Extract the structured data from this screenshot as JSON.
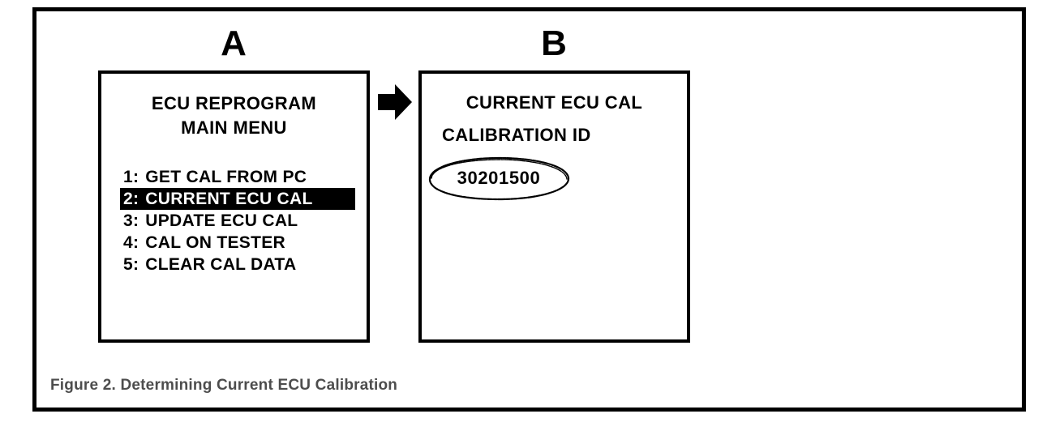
{
  "figure": {
    "caption": "Figure 2. Determining Current ECU Calibration",
    "caption_color": "#4d4d4d",
    "border_color": "#000000",
    "background_color": "#ffffff"
  },
  "panels": [
    {
      "letter": "A",
      "name": "ecu-reprogram-main-menu",
      "title_line_1": "ECU REPROGRAM",
      "title_line_2": "MAIN MENU",
      "menu_items": [
        {
          "index": "1:",
          "label": "GET CAL FROM PC",
          "selected": false
        },
        {
          "index": "2:",
          "label": "CURRENT ECU CAL",
          "selected": true
        },
        {
          "index": "3:",
          "label": "UPDATE ECU CAL",
          "selected": false
        },
        {
          "index": "4:",
          "label": "CAL ON TESTER",
          "selected": false
        },
        {
          "index": "5:",
          "label": "CLEAR CAL DATA",
          "selected": false
        }
      ],
      "selected_index": "2:",
      "highlight_fg": "#ffffff",
      "highlight_bg": "#000000"
    },
    {
      "letter": "B",
      "name": "current-ecu-cal-screen",
      "title_line_1": "CURRENT ECU CAL",
      "title_line_2": "CALIBRATION ID",
      "calibration_id": "30201500",
      "annotation": "hand-drawn-ellipse"
    }
  ],
  "flow": {
    "arrow_icon": "arrow-right-icon",
    "arrow_color": "#000000"
  }
}
